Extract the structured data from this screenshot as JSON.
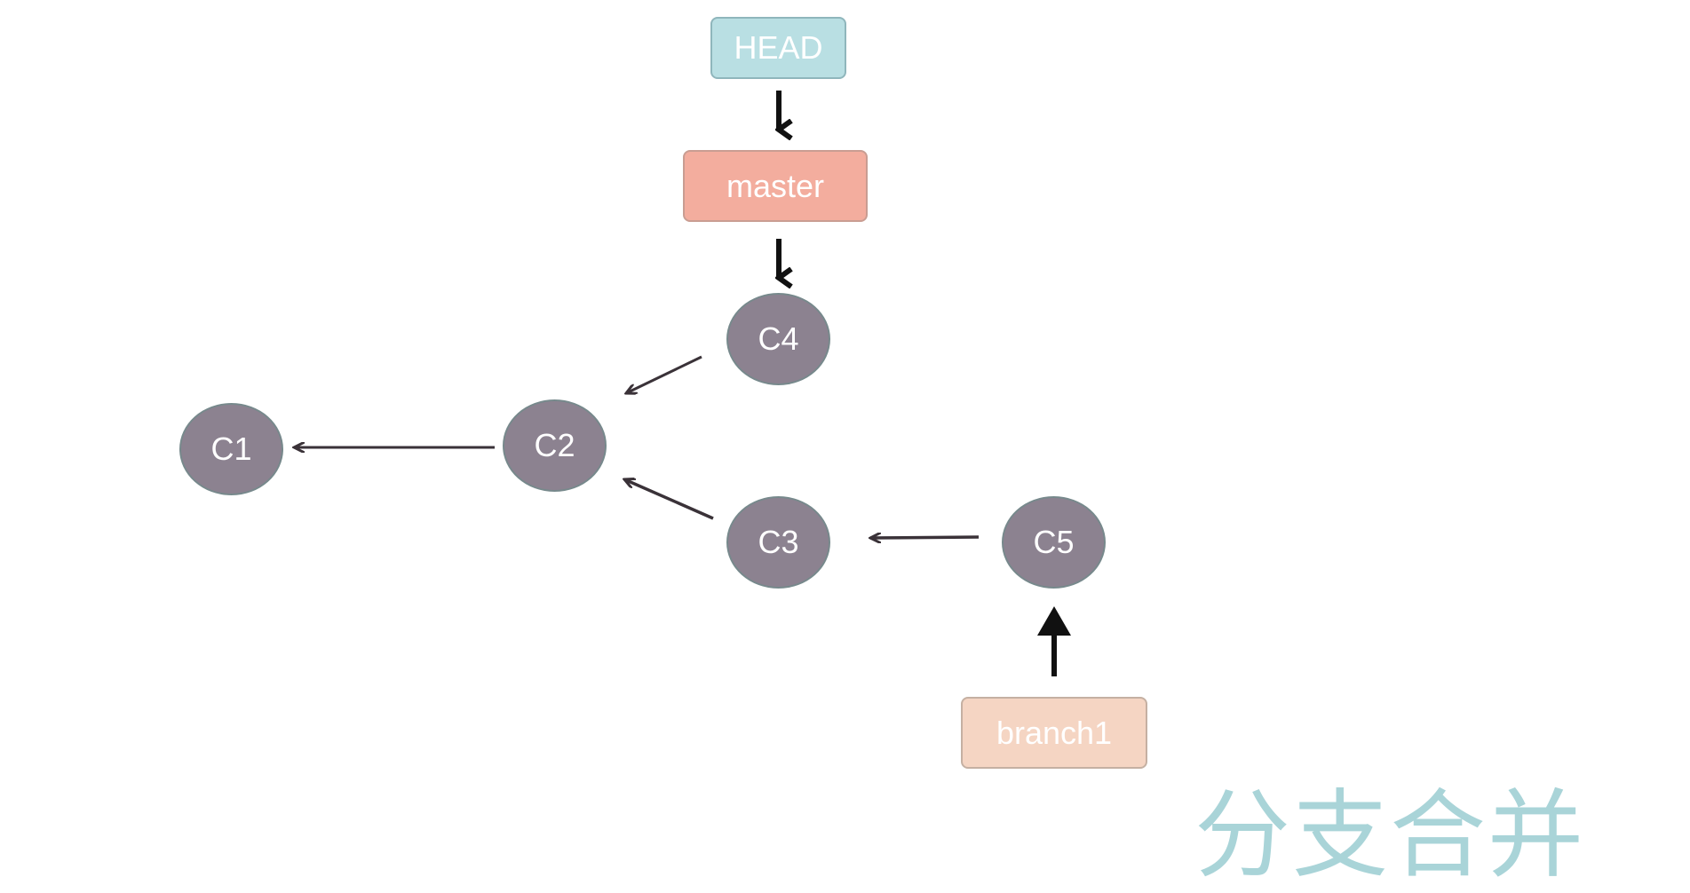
{
  "colors": {
    "head": "#b9dfe3",
    "master": "#f3ad9e",
    "branch1": "#f5d5c3",
    "commit": "#8c8290",
    "caption": "#a9d4d8",
    "arrow": "#111111",
    "thin_arrow": "#3a3238"
  },
  "refs": {
    "head": "HEAD",
    "master": "master",
    "branch1": "branch1"
  },
  "commits": {
    "c1": "C1",
    "c2": "C2",
    "c3": "C3",
    "c4": "C4",
    "c5": "C5"
  },
  "caption": "分支合并"
}
